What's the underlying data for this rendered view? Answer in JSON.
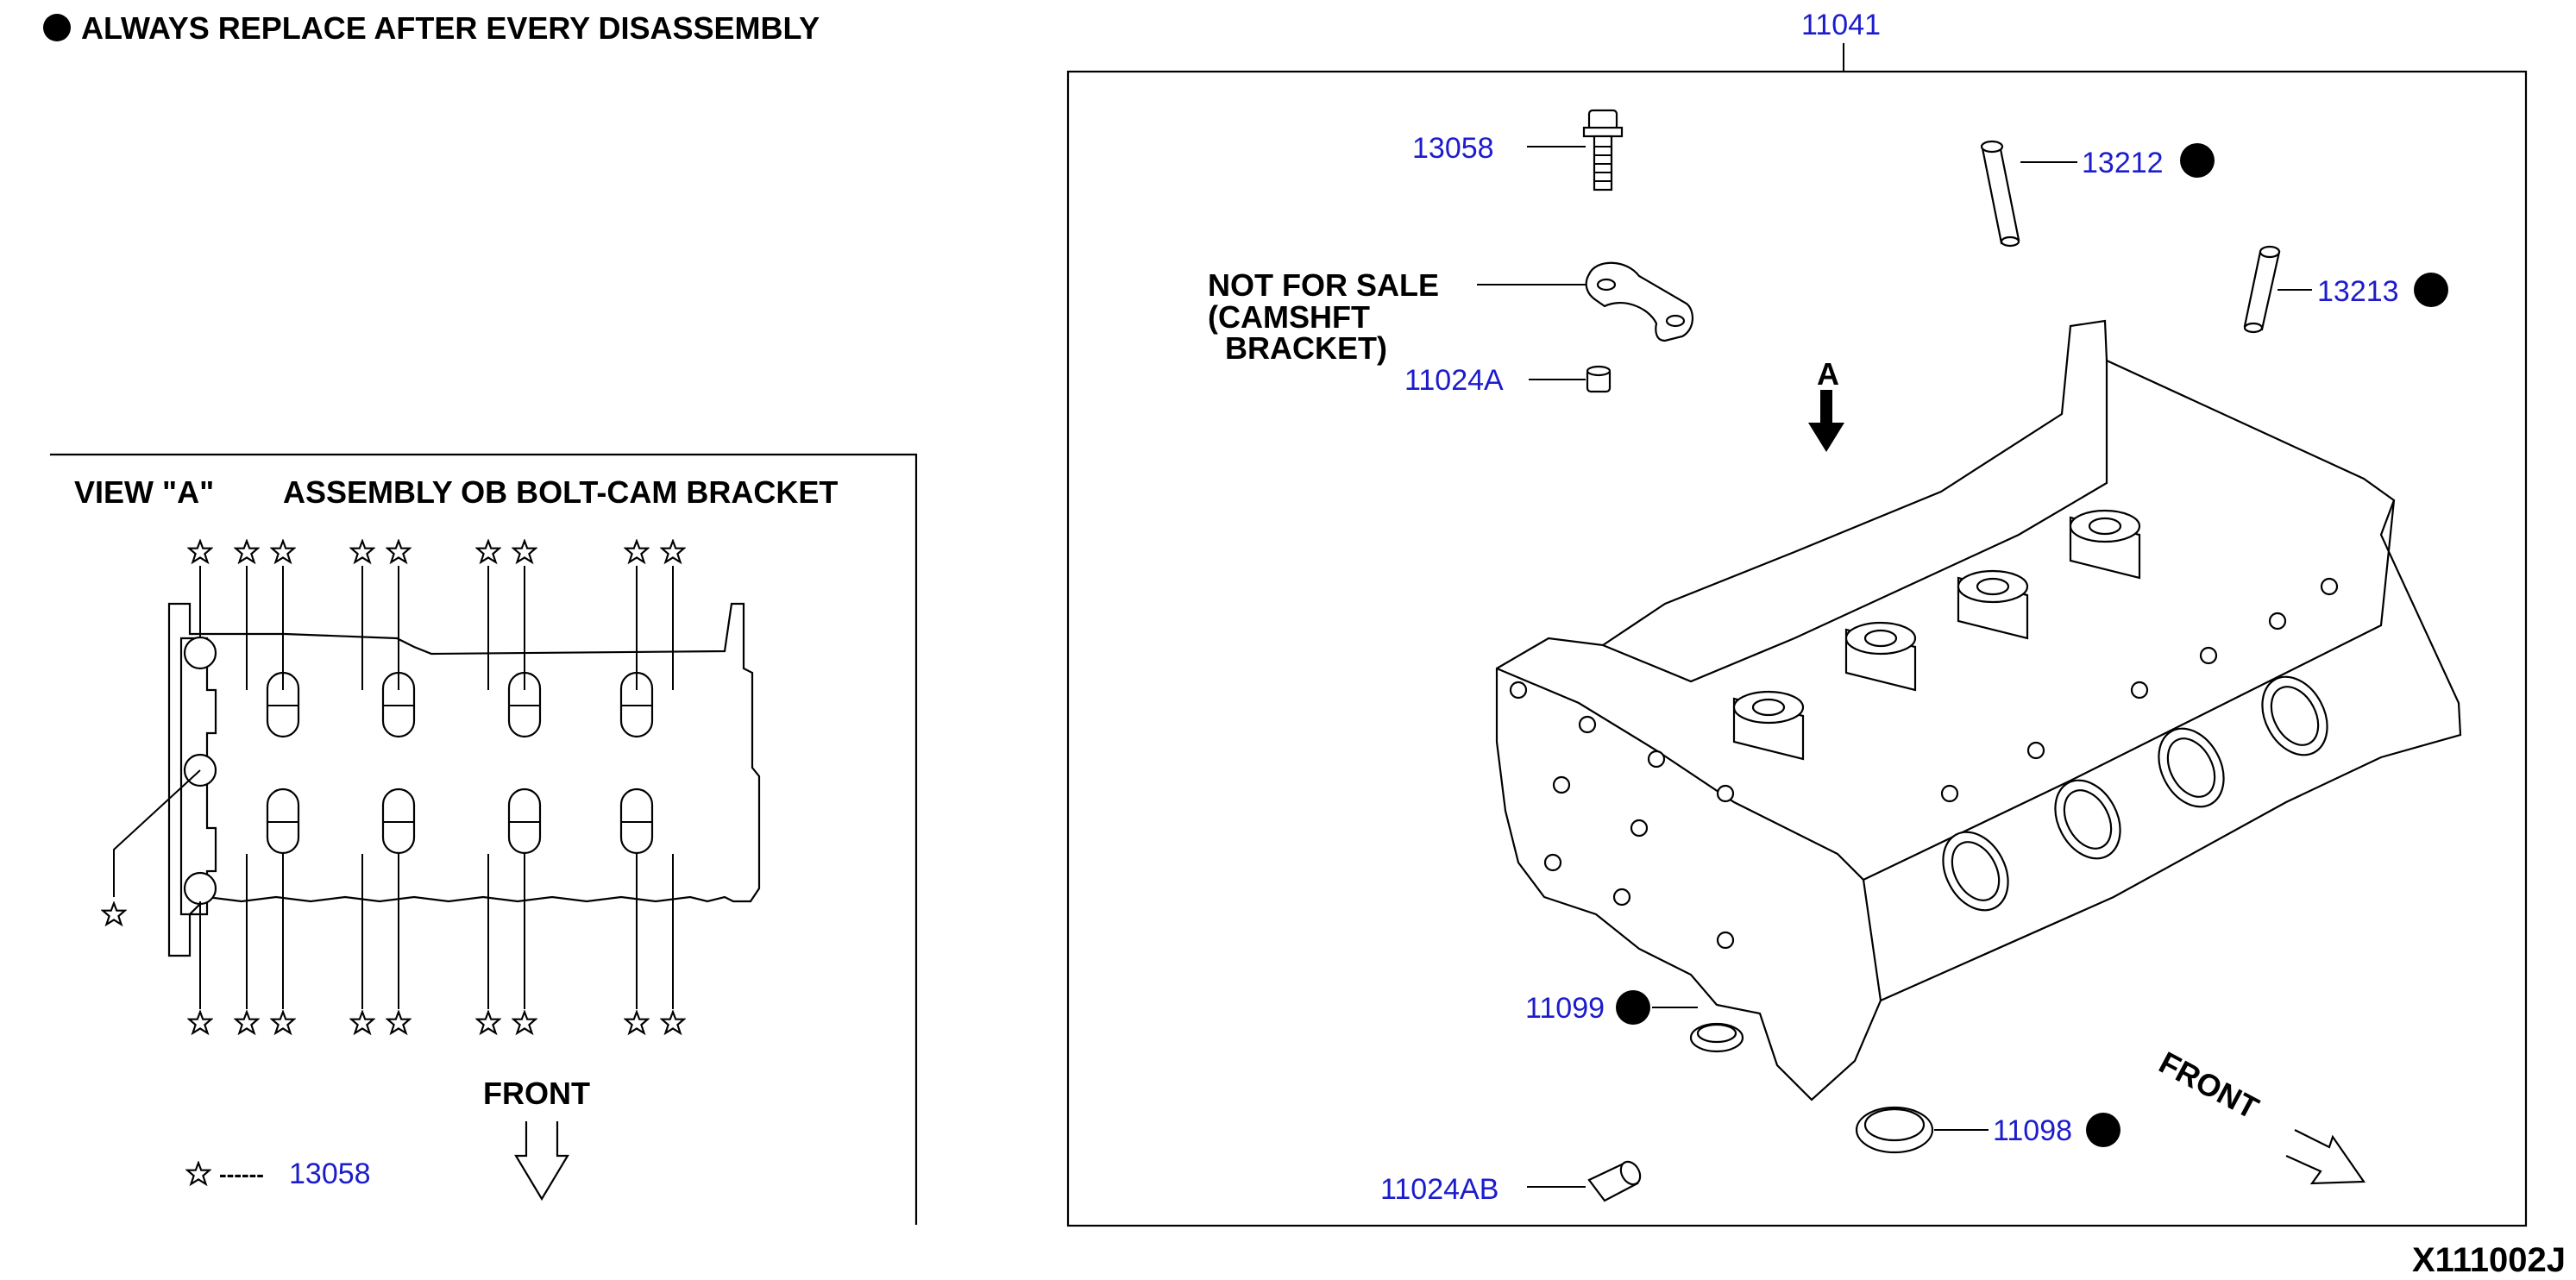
{
  "header": {
    "note": "ALWAYS REPLACE AFTER EVERY DISASSEMBLY"
  },
  "view_a": {
    "title_view": "VIEW \"A\"",
    "title_desc": "ASSEMBLY OB BOLT-CAM BRACKET",
    "front_label": "FRONT",
    "legend_dots": "------",
    "legend_part": "13058"
  },
  "main": {
    "part_11041": "11041",
    "part_13058": "13058",
    "part_13212": "13212",
    "part_13213": "13213",
    "not_for_sale_1": "NOT FOR SALE",
    "not_for_sale_2": "(CAMSHFT",
    "not_for_sale_3": "BRACKET)",
    "part_11024A": "11024A",
    "arrow_a": "A",
    "part_11099": "11099",
    "part_11098": "11098",
    "part_11024AB": "11024AB",
    "front_label": "FRONT"
  },
  "diagram_id": "X111002J",
  "colors": {
    "callout_blue": "#1c1ccc",
    "line": "#000000"
  },
  "icons": {
    "replace_marker": "filled-circle",
    "bolt_marker": "star-outline"
  }
}
